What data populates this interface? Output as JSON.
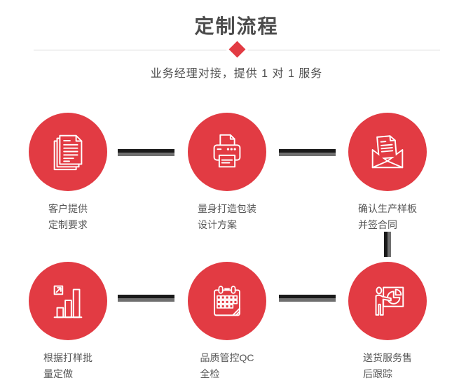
{
  "page": {
    "title": "定制流程",
    "subtitle": "业务经理对接，提供 1 对 1 服务"
  },
  "colors": {
    "accent_red": "#e23b43",
    "connector_dark": "#1a1a1a",
    "connector_gray": "#6f6f6f",
    "title_gray": "#4c4c4c",
    "text_gray": "#565656",
    "divider_gray": "#dadada",
    "bg_white": "#ffffff"
  },
  "steps": [
    {
      "id": 1,
      "icon": "documents-icon",
      "label_line1": "客户提供",
      "label_line2": "定制要求"
    },
    {
      "id": 2,
      "icon": "printer-icon",
      "label_line1": "量身打造包装",
      "label_line2": "设计方案"
    },
    {
      "id": 3,
      "icon": "envelope-icon",
      "label_line1": "确认生产样板",
      "label_line2": "并签合同"
    },
    {
      "id": 4,
      "icon": "bar-chart-icon",
      "label_line1": "根据打样批",
      "label_line2": "量定做"
    },
    {
      "id": 5,
      "icon": "calendar-icon",
      "label_line1": "品质管控QC",
      "label_line2": "全检"
    },
    {
      "id": 6,
      "icon": "presentation-icon",
      "label_line1": "送货服务售",
      "label_line2": "后跟踪"
    }
  ],
  "connectors": [
    {
      "from": 1,
      "to": 2,
      "type": "horizontal"
    },
    {
      "from": 2,
      "to": 3,
      "type": "horizontal"
    },
    {
      "from": 3,
      "to": 6,
      "type": "vertical"
    },
    {
      "from": 4,
      "to": 5,
      "type": "horizontal"
    },
    {
      "from": 5,
      "to": 6,
      "type": "horizontal"
    }
  ]
}
